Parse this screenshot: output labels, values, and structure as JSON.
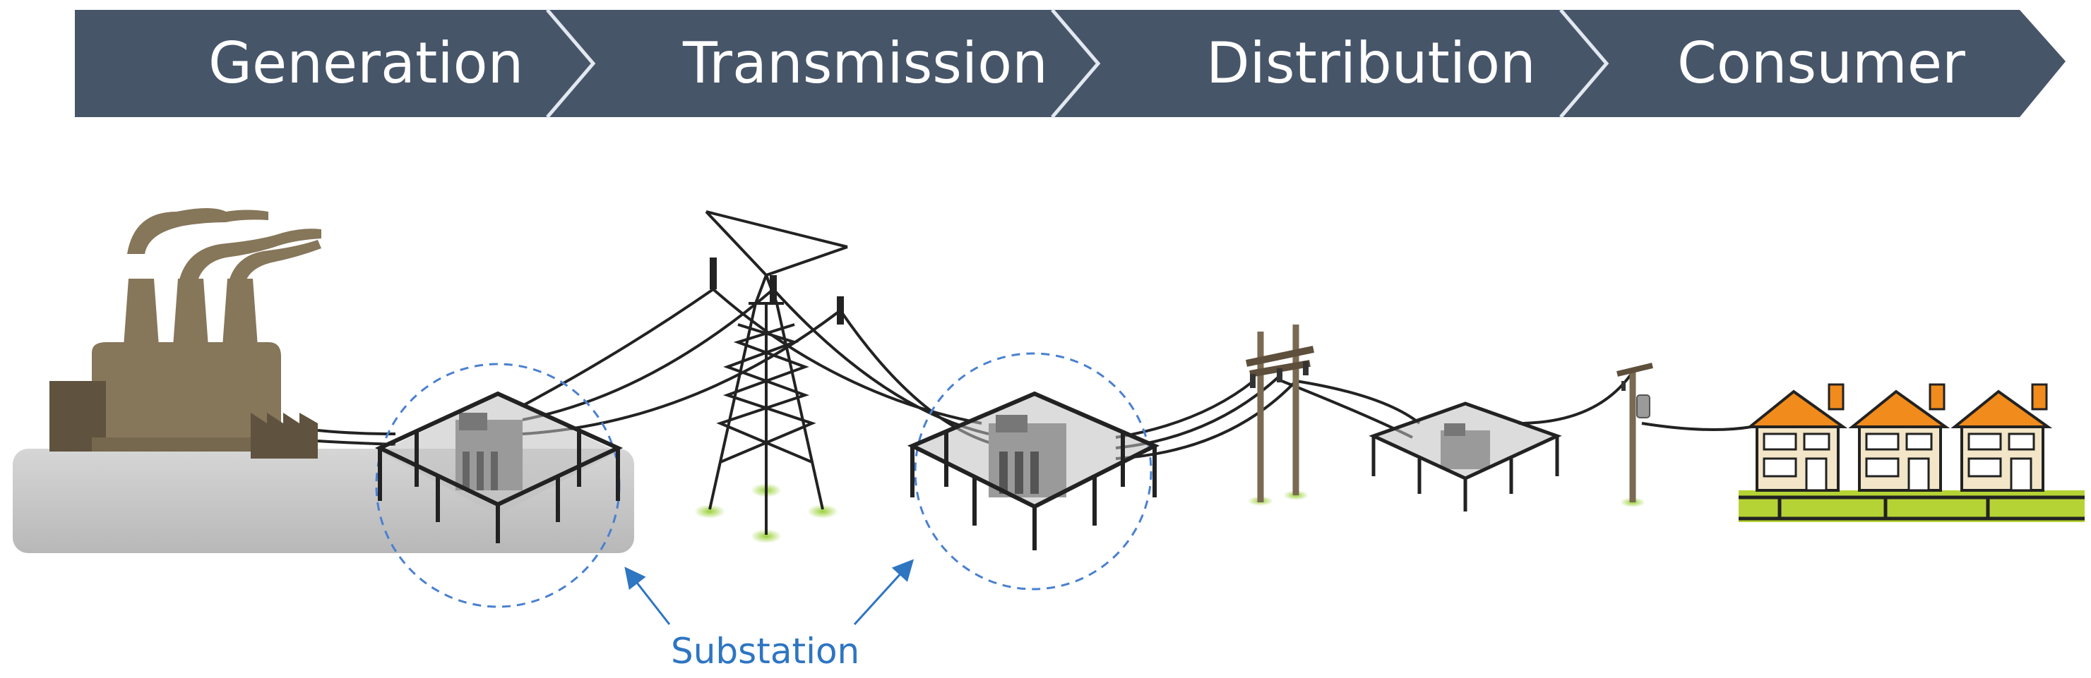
{
  "header": {
    "stages": [
      {
        "label": "Generation"
      },
      {
        "label": "Transmission"
      },
      {
        "label": "Distribution"
      },
      {
        "label": "Consumer"
      }
    ]
  },
  "callout": {
    "label": "Substation"
  },
  "colors": {
    "banner": "#475569",
    "banner_divider": "#e2e8f0",
    "stage_text": "#ffffff",
    "callout": "#2e75c2",
    "factory": "#86765a",
    "factory_dark": "#5f533f",
    "smoke": "#86765a",
    "ground_pad": "#c9c9c9",
    "house_wall": "#f3e6c8",
    "house_roof": "#f08b1c",
    "grass": "#b5d334",
    "pole": "#7a6a52",
    "ground_glow": "#9bd13a"
  },
  "icons": [
    "power-plant-icon",
    "substation-icon",
    "transmission-tower-icon",
    "utility-pole-icon",
    "pole-transformer-icon",
    "house-icon"
  ]
}
